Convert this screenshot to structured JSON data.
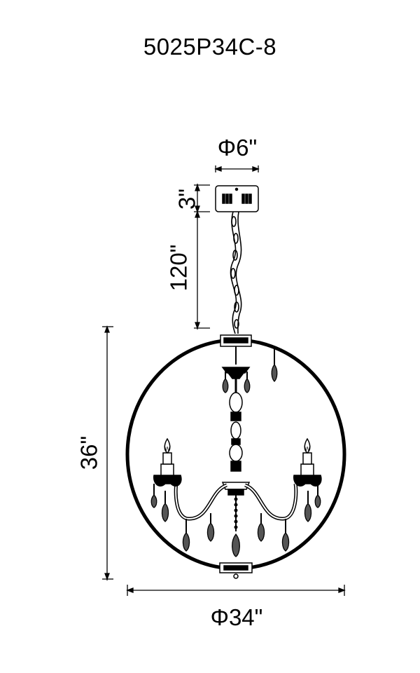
{
  "model": "5025P34C-8",
  "dimensions": {
    "canopy_diameter": "Φ6\"",
    "canopy_height": "3\"",
    "chain_length": "120\"",
    "fixture_height": "36\"",
    "fixture_diameter": "Φ34\""
  }
}
